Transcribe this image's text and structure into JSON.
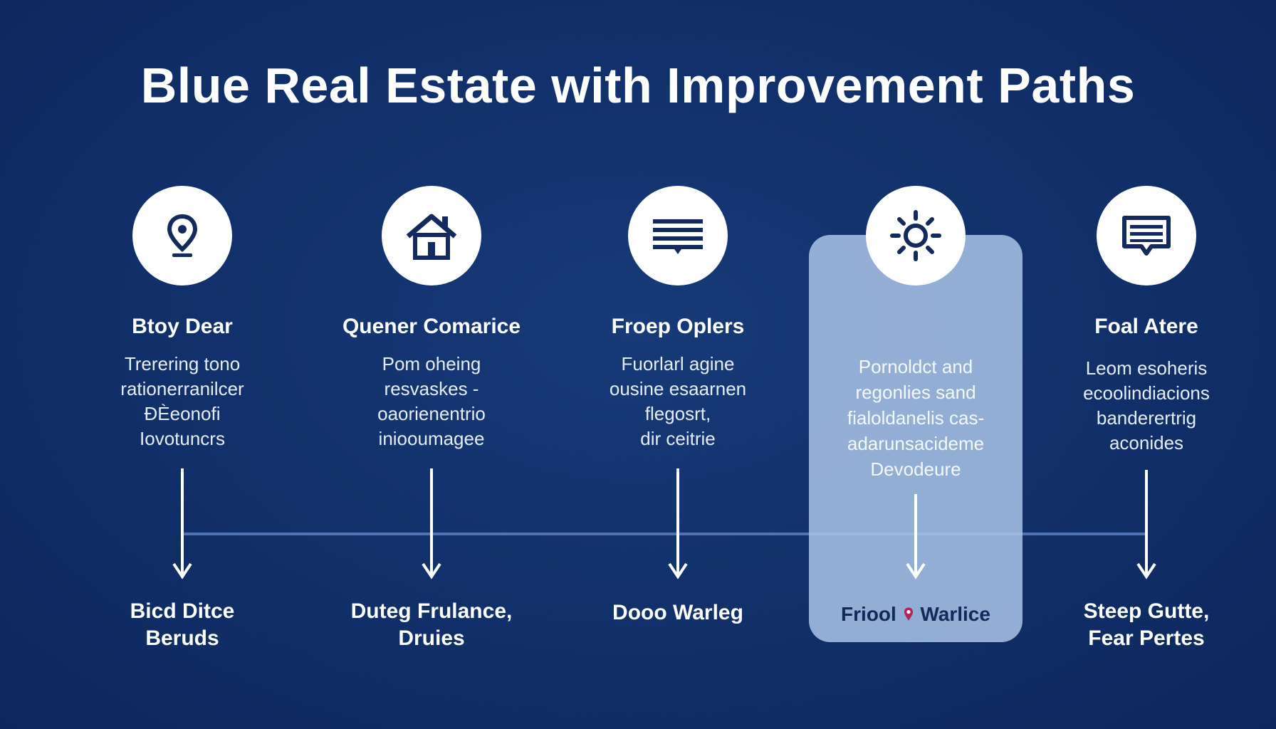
{
  "title": "Blue Real Estate with Improvement Paths",
  "colors": {
    "background": "#112f69",
    "icon_circle": "#ffffff",
    "icon": "#14295e",
    "highlight_panel": "#aac4e8",
    "timeline": "#5b7fc0",
    "accent_dot": "#b3245a"
  },
  "steps": [
    {
      "icon": "location-pin-icon",
      "title": "Btoy Dear",
      "description": [
        "Trerering tono",
        "rationerranilcer",
        "ÐЀeonofi",
        "Iovotuncrs"
      ],
      "outcome": [
        "Bicd Ditce",
        "Beruds"
      ]
    },
    {
      "icon": "house-icon",
      "title": "Quener Comarice",
      "description": [
        "Pom oheing",
        "resvaskes -",
        "oaorienentrio",
        "iniooumagee"
      ],
      "outcome": [
        "Duteg Frulance,",
        "Druies"
      ]
    },
    {
      "icon": "list-lines-icon",
      "title": "Froep Oplers",
      "description": [
        "Fuorlarl agine",
        "ousine esaarnen",
        "flegosrt,",
        "dir ceitrie"
      ],
      "outcome": [
        "Dooo Warleg"
      ]
    },
    {
      "icon": "sun-gear-icon",
      "title": "",
      "description": [
        "Pornoldct and",
        "regonlies sand",
        "fialoldanelis cas-",
        "adarunsacideme",
        "Devodeure"
      ],
      "outcome": [
        "Friool",
        "Warlice"
      ]
    },
    {
      "icon": "document-banner-icon",
      "title": "Foal Atere",
      "description": [
        "Leom esoheris",
        "ecoolindiacions",
        "banderertrig",
        "aconides"
      ],
      "outcome": [
        "Steep Gutte,",
        "Fear Pertes"
      ]
    }
  ]
}
